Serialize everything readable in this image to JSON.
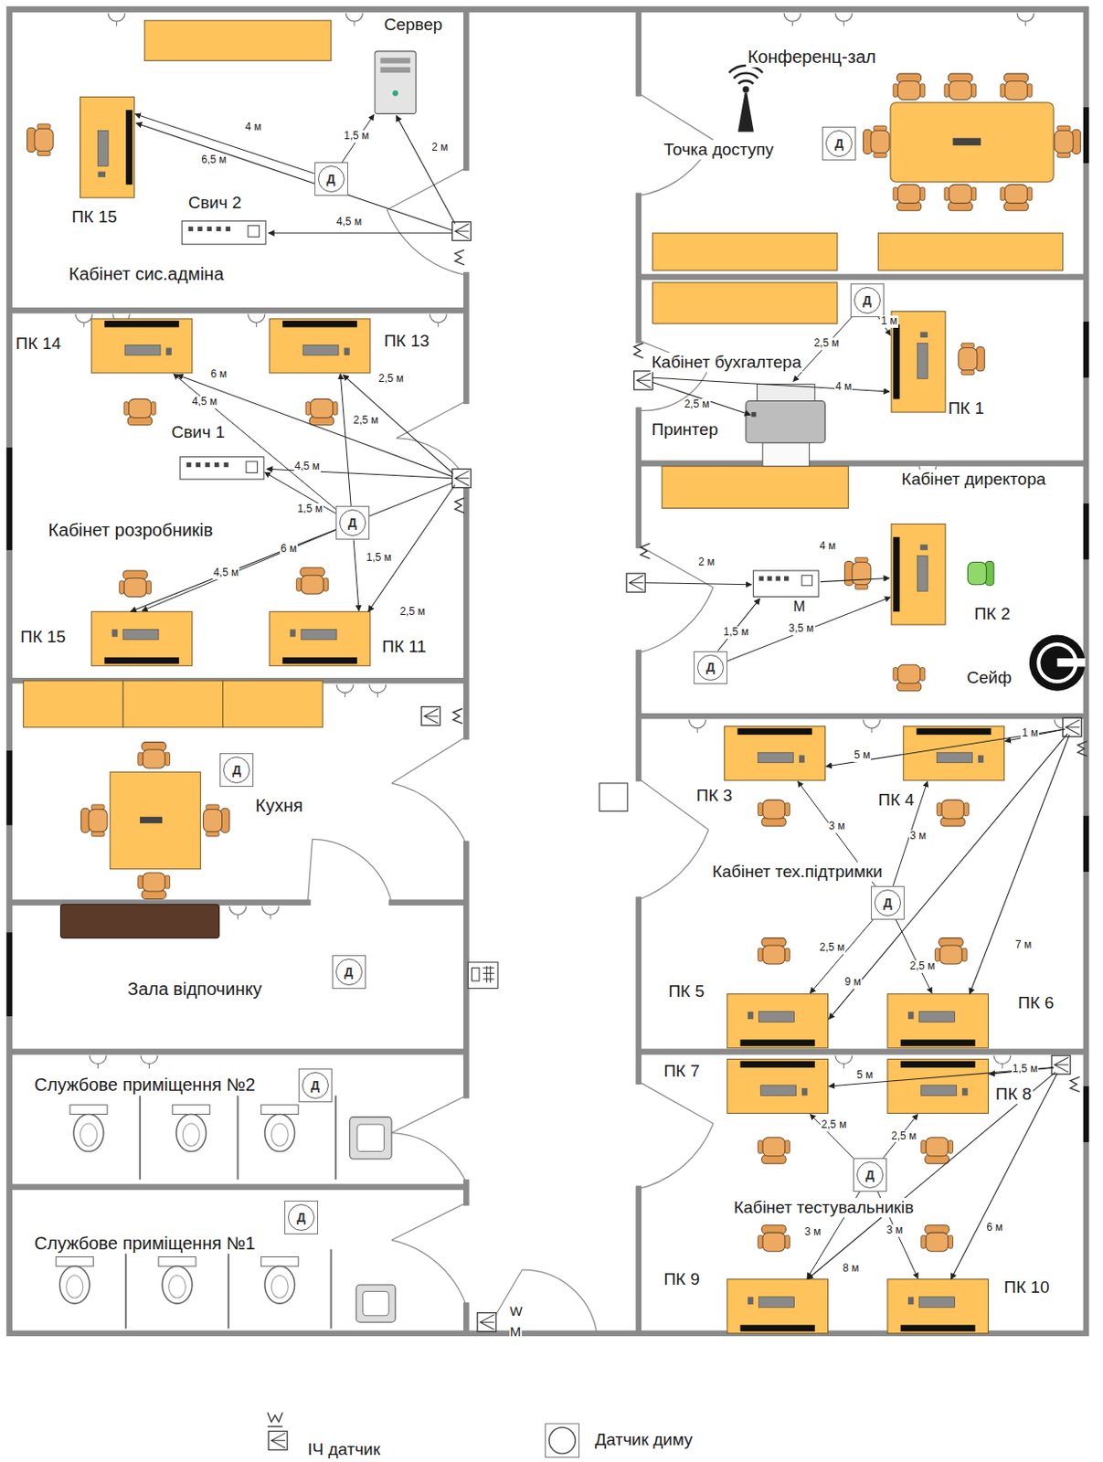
{
  "diagram": {
    "nodes": [
      {
        "text": [
          "Кабінет сис.адміна"
        ]
      },
      {
        "text": [
          "Сервер"
        ],
        "in": 0
      },
      {
        "text": [
          "ПК 15"
        ],
        "in": 0
      },
      {
        "text": [
          "Свич 2"
        ],
        "in": 0
      },
      {
        "text": [
          "Д"
        ],
        "in": 0
      },
      {
        "text": [
          "Кабінет розробників"
        ]
      },
      {
        "text": [
          "ПК 14"
        ],
        "in": 5
      },
      {
        "text": [
          "ПК 13"
        ],
        "in": 5
      },
      {
        "text": [
          "Свич 1"
        ],
        "in": 5
      },
      {
        "text": [
          "Д"
        ],
        "in": 5
      },
      {
        "text": [
          "ПК 15"
        ],
        "in": 5
      },
      {
        "text": [
          "ПК 11"
        ],
        "in": 5
      },
      {
        "text": [
          "Кухня"
        ]
      },
      {
        "text": [
          "Д"
        ],
        "in": 12
      },
      {
        "text": [
          "Зала відпочинку"
        ]
      },
      {
        "text": [
          "Д"
        ],
        "in": 14
      },
      {
        "text": [
          "Службове приміщення №2"
        ]
      },
      {
        "text": [
          "Д"
        ],
        "in": 16
      },
      {
        "text": [
          "Службове приміщення №1"
        ]
      },
      {
        "text": [
          "Д"
        ],
        "in": 18
      },
      {
        "text": [
          "Конференц-зал"
        ]
      },
      {
        "text": [
          "Точка доступу"
        ],
        "in": 20
      },
      {
        "text": [
          "Д"
        ],
        "in": 20
      },
      {
        "text": [
          "Кабінет бухгалтера"
        ]
      },
      {
        "text": [
          "Д"
        ],
        "in": 23
      },
      {
        "text": [
          "Принтер"
        ],
        "in": 23
      },
      {
        "text": [
          "ПК 1"
        ],
        "in": 23
      },
      {
        "text": [
          "Кабінет директора"
        ]
      },
      {
        "text": [
          "Д"
        ],
        "in": 27
      },
      {
        "text": [
          "ПК 2"
        ],
        "in": 27
      },
      {
        "text": [
          "Сейф"
        ],
        "in": 27
      },
      {
        "text": [
          "Кабінет тех.підтримки"
        ]
      },
      {
        "text": [
          "ПК 3"
        ],
        "in": 31
      },
      {
        "text": [
          "ПК 4"
        ],
        "in": 31
      },
      {
        "text": [
          "Д"
        ],
        "in": 31
      },
      {
        "text": [
          "ПК 5"
        ],
        "in": 31
      },
      {
        "text": [
          "ПК 6"
        ],
        "in": 31
      },
      {
        "text": [
          "Кабінет тестувальників"
        ]
      },
      {
        "text": [
          "ПК 7"
        ],
        "in": 37
      },
      {
        "text": [
          "ПК 8"
        ],
        "in": 37
      },
      {
        "text": [
          "Д"
        ],
        "in": 37
      },
      {
        "text": [
          "ПК 9"
        ],
        "in": 37
      },
      {
        "text": [
          "ПК 10"
        ],
        "in": 37
      }
    ],
    "edges": [
      {
        "from": 4,
        "to": 2,
        "label": "4 м",
        "arrow": "to"
      },
      {
        "from": 4,
        "to": 1,
        "label": "1,5 м",
        "arrow": "to"
      },
      {
        "from": 9,
        "to": 6,
        "label": "4,5 м",
        "arrow": "to"
      },
      {
        "from": 9,
        "to": 7,
        "label": "2,5 м",
        "arrow": "to"
      },
      {
        "from": 9,
        "to": 8,
        "label": "1,5 м",
        "arrow": "to"
      },
      {
        "from": 9,
        "to": 11,
        "label": "1,5 м",
        "arrow": "to"
      },
      {
        "from": 9,
        "to": 10,
        "label": "4,5 м",
        "arrow": "to"
      },
      {
        "from": 24,
        "to": 26,
        "label": "1 м",
        "arrow": "to"
      },
      {
        "from": 24,
        "to": 25,
        "label": "2,5 м",
        "arrow": "to"
      },
      {
        "from": 28,
        "to": 29,
        "label": "3,5 м",
        "arrow": "to"
      },
      {
        "from": 34,
        "to": 32,
        "label": "3 м",
        "arrow": "to"
      },
      {
        "from": 34,
        "to": 33,
        "label": "3 м",
        "arrow": "to"
      },
      {
        "from": 34,
        "to": 35,
        "label": "2,5 м",
        "arrow": "to"
      },
      {
        "from": 34,
        "to": 36,
        "label": "2,5 м",
        "arrow": "to"
      },
      {
        "from": 40,
        "to": 38,
        "label": "2,5 м",
        "arrow": "to"
      },
      {
        "from": 40,
        "to": 39,
        "label": "2,5 м",
        "arrow": "to"
      },
      {
        "from": 40,
        "to": 41,
        "label": "3 м",
        "arrow": "to"
      },
      {
        "from": 40,
        "to": 42,
        "label": "3 м",
        "arrow": "to"
      }
    ],
    "labels": [
      "6,5 м",
      "2 м",
      "4,5 м",
      "6 м",
      "2,5 м",
      "4,5 м",
      "2,5 м",
      "6 м",
      "2,5 м",
      "4 м",
      "2 м",
      "4 м",
      "1,5 м",
      "М",
      "1 м",
      "5 м",
      "9 м",
      "7 м",
      "1,5 м",
      "5 м",
      "8 м",
      "6 м",
      "W",
      "M"
    ],
    "legend": [
      {
        "text": "ІЧ датчик"
      },
      {
        "text": "Датчик диму"
      }
    ]
  }
}
